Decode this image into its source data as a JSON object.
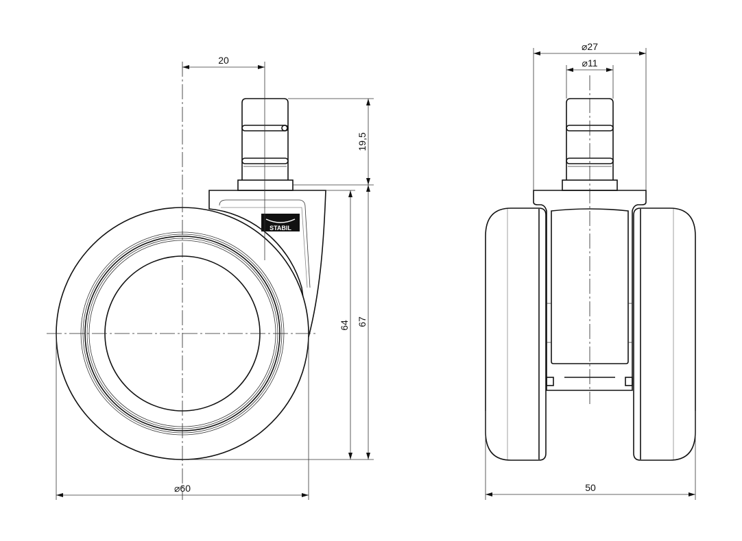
{
  "drawing": {
    "side_view": {
      "dimensions": {
        "stem_offset": "20",
        "stem_height": "19,5",
        "wheel_height": "64",
        "total_height": "67",
        "wheel_diameter": "⌀60"
      },
      "logo_text": "STABIL"
    },
    "front_view": {
      "dimensions": {
        "plate_diameter": "⌀27",
        "stem_diameter": "⌀11",
        "total_width": "50"
      }
    }
  }
}
